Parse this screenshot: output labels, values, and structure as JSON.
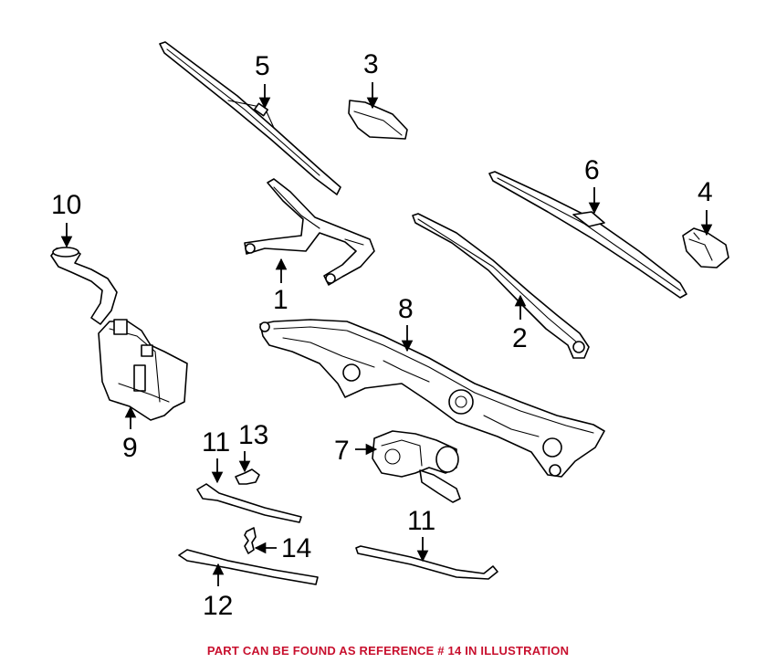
{
  "callouts": {
    "c1": "1",
    "c2": "2",
    "c3": "3",
    "c4": "4",
    "c5": "5",
    "c6": "6",
    "c7": "7",
    "c8": "8",
    "c9": "9",
    "c10": "10",
    "c11a": "11",
    "c11b": "11",
    "c12": "12",
    "c13": "13",
    "c14": "14"
  },
  "footer": {
    "note": "PART CAN BE FOUND AS REFERENCE # 14 IN ILLUSTRATION"
  },
  "colors": {
    "line": "#000000",
    "background": "#ffffff",
    "note": "#c8102e"
  }
}
